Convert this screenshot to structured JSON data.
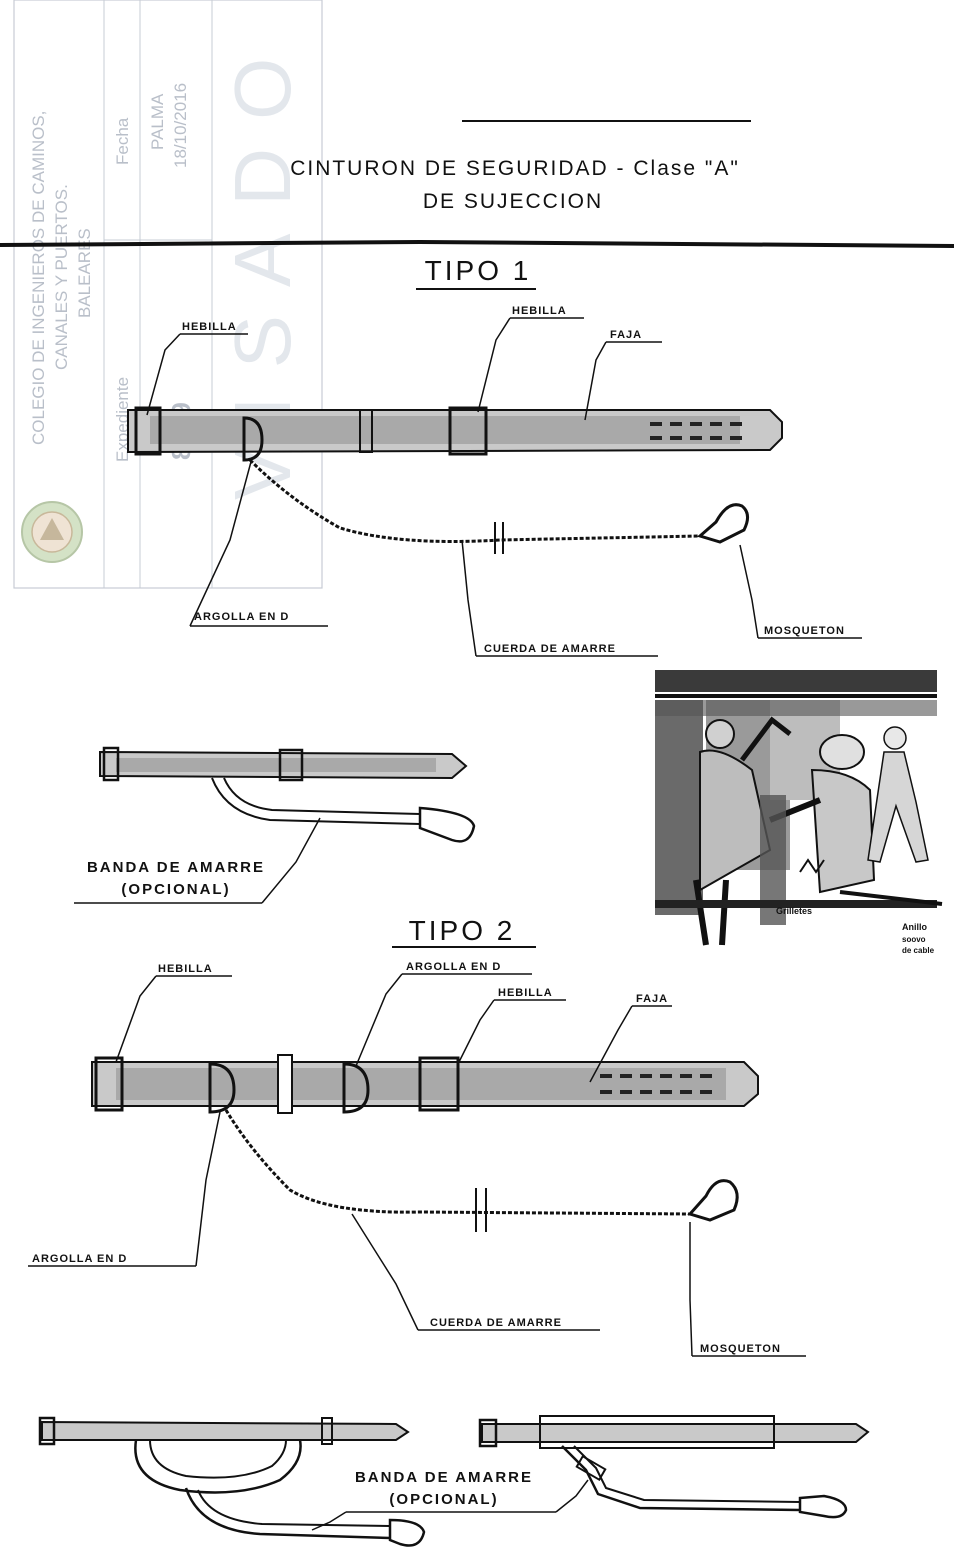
{
  "stamp": {
    "org": [
      "COLEGIO DE INGENIEROS DE CAMINOS,",
      "CANALES Y PUERTOS.",
      "BALEARES"
    ],
    "fecha_label": "Fecha",
    "place": "PALMA",
    "date": "18/10/2016",
    "expediente_label": "Expediente",
    "expediente_no": "8769",
    "visado": "VISADO"
  },
  "header": {
    "title_line1": "CINTURON DE SEGURIDAD - Clase \"A\"",
    "title_line2": "DE SUJECCION"
  },
  "tipo1": {
    "heading": "TIPO 1",
    "labels": {
      "hebilla_left": "HEBILLA",
      "hebilla_right": "HEBILLA",
      "faja": "FAJA",
      "argolla": "ARGOLLA EN D",
      "cuerda": "CUERDA DE AMARRE",
      "mosqueton": "MOSQUETON"
    },
    "banda_line1": "BANDA DE AMARRE",
    "banda_line2": "(OPCIONAL)"
  },
  "illustration": {
    "label_left": "Grilletes",
    "label_right_1": "Anillo",
    "label_right_2": "soovo",
    "label_right_3": "de cable"
  },
  "tipo2": {
    "heading": "TIPO 2",
    "labels": {
      "hebilla_left": "HEBILLA",
      "argolla_top": "ARGOLLA EN D",
      "hebilla_right": "HEBILLA",
      "faja": "FAJA",
      "argolla_bottom": "ARGOLLA EN D",
      "cuerda": "CUERDA DE AMARRE",
      "mosqueton": "MOSQUETON"
    },
    "banda_line1": "BANDA DE AMARRE",
    "banda_line2": "(OPCIONAL)"
  }
}
